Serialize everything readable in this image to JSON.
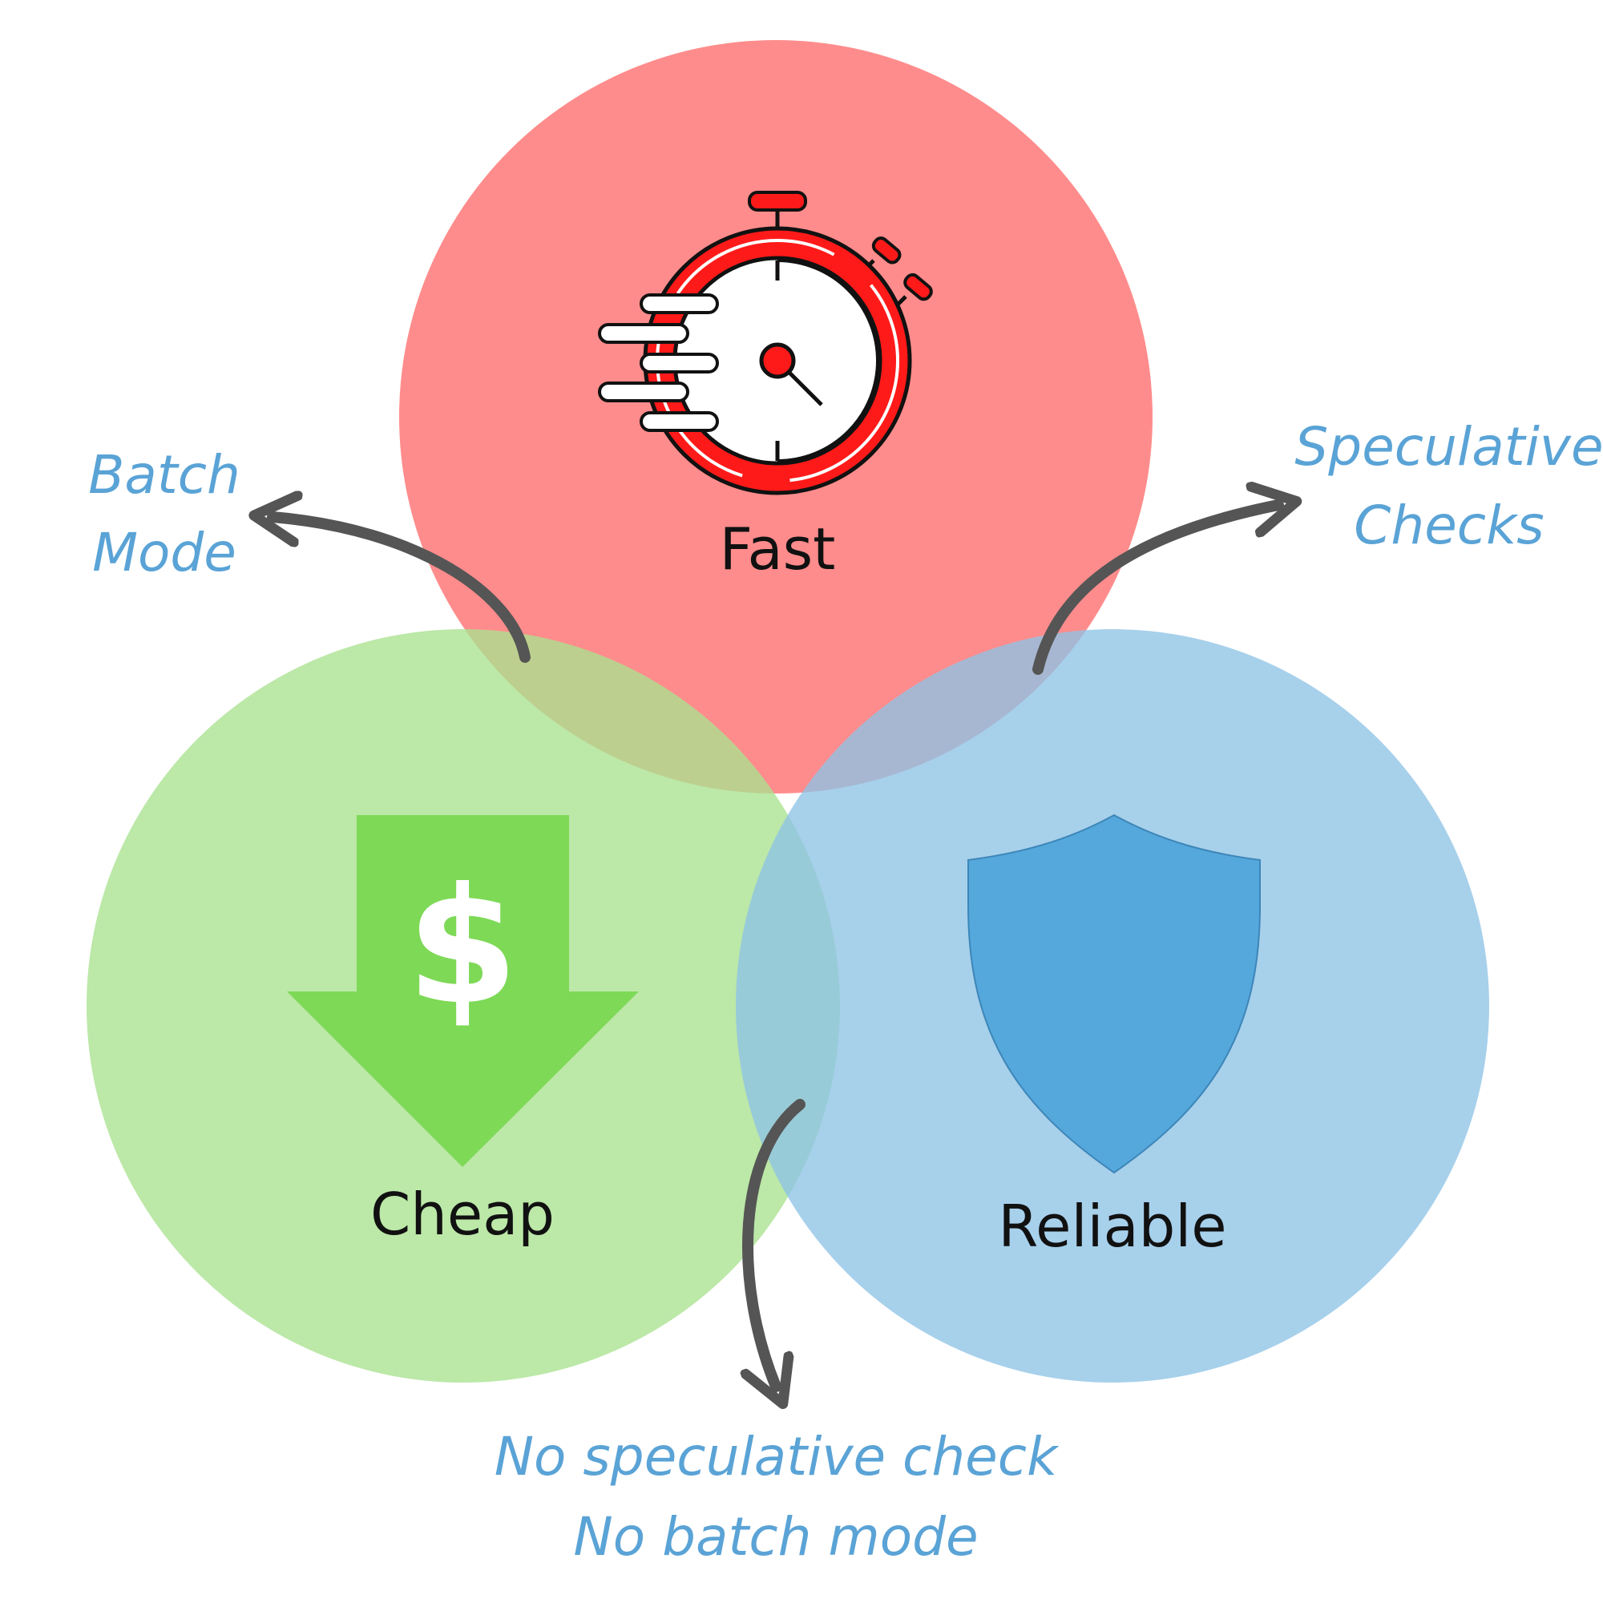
{
  "colors": {
    "fast": "#ff6b6b",
    "cheap": "#a9e28f",
    "reliable": "#8ec3e6",
    "note_text": "#5aa3d6",
    "arrow": "#555555",
    "stopwatch_red": "#ff1a1a",
    "dollar_arrow": "#7ed957",
    "shield": "#55a8dc"
  },
  "circles": {
    "fast": {
      "label": "Fast",
      "icon": "stopwatch-icon"
    },
    "cheap": {
      "label": "Cheap",
      "icon": "dollar-down-arrow-icon"
    },
    "reliable": {
      "label": "Reliable",
      "icon": "shield-icon"
    }
  },
  "notes": {
    "batch_mode": {
      "line1": "Batch",
      "line2": "Mode"
    },
    "speculative_checks": {
      "line1": "Speculative",
      "line2": "Checks"
    },
    "bottom": {
      "line1": "No speculative check",
      "line2": "No batch mode"
    }
  },
  "icons": {
    "dollar_symbol": "$"
  }
}
